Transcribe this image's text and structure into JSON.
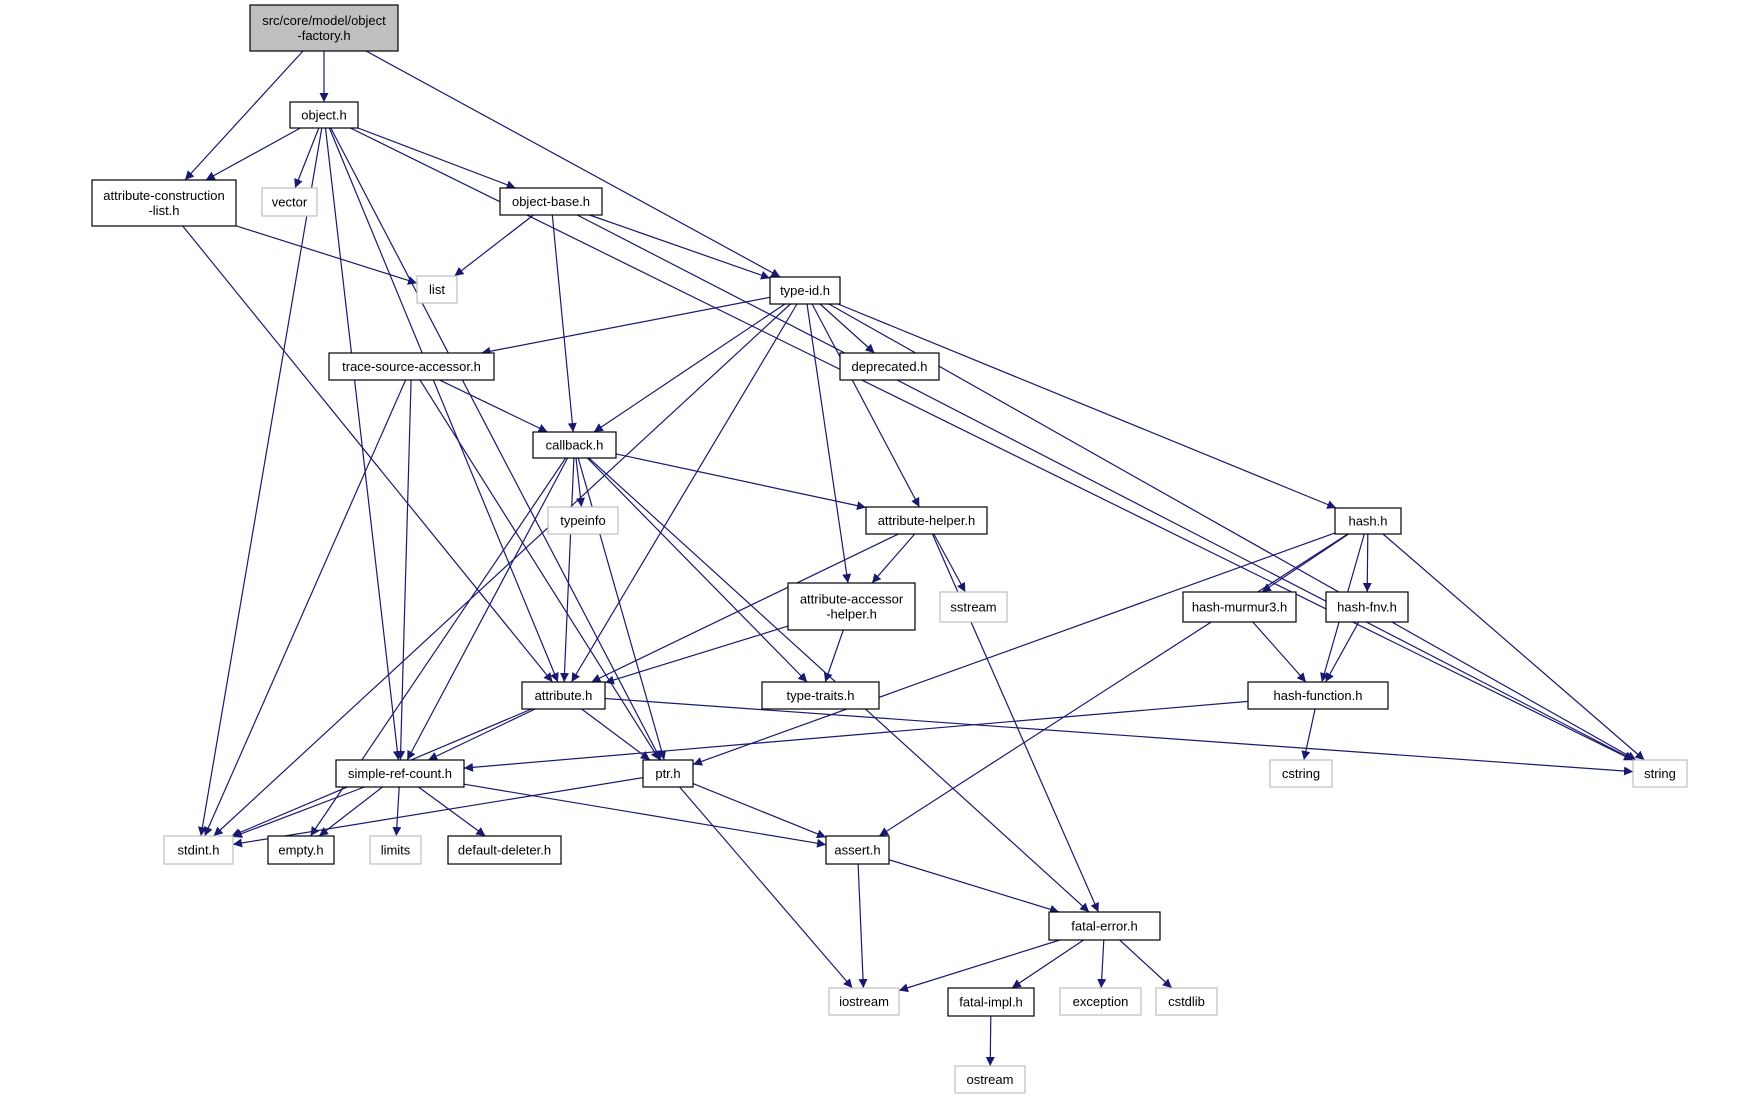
{
  "graph": {
    "nodes": [
      {
        "id": "root",
        "label": [
          "src/core/model/object",
          "-factory.h"
        ],
        "kind": "root"
      },
      {
        "id": "object",
        "label": [
          "object.h"
        ],
        "kind": "documented"
      },
      {
        "id": "attrcons",
        "label": [
          "attribute-construction",
          "-list.h"
        ],
        "kind": "documented"
      },
      {
        "id": "vector",
        "label": [
          "vector"
        ],
        "kind": "external"
      },
      {
        "id": "objbase",
        "label": [
          "object-base.h"
        ],
        "kind": "documented"
      },
      {
        "id": "list",
        "label": [
          "list"
        ],
        "kind": "external"
      },
      {
        "id": "typeid",
        "label": [
          "type-id.h"
        ],
        "kind": "documented"
      },
      {
        "id": "tsa",
        "label": [
          "trace-source-accessor.h"
        ],
        "kind": "documented"
      },
      {
        "id": "deprecated",
        "label": [
          "deprecated.h"
        ],
        "kind": "documented"
      },
      {
        "id": "callback",
        "label": [
          "callback.h"
        ],
        "kind": "documented"
      },
      {
        "id": "typeinfo",
        "label": [
          "typeinfo"
        ],
        "kind": "external"
      },
      {
        "id": "attrhelper",
        "label": [
          "attribute-helper.h"
        ],
        "kind": "documented"
      },
      {
        "id": "sstream",
        "label": [
          "sstream"
        ],
        "kind": "external"
      },
      {
        "id": "accessor",
        "label": [
          "attribute-accessor",
          "-helper.h"
        ],
        "kind": "documented"
      },
      {
        "id": "hash",
        "label": [
          "hash.h"
        ],
        "kind": "documented"
      },
      {
        "id": "murmur",
        "label": [
          "hash-murmur3.h"
        ],
        "kind": "documented"
      },
      {
        "id": "fnv",
        "label": [
          "hash-fnv.h"
        ],
        "kind": "documented"
      },
      {
        "id": "attribute",
        "label": [
          "attribute.h"
        ],
        "kind": "documented"
      },
      {
        "id": "typetraits",
        "label": [
          "type-traits.h"
        ],
        "kind": "documented"
      },
      {
        "id": "hashfunc",
        "label": [
          "hash-function.h"
        ],
        "kind": "documented"
      },
      {
        "id": "simpleref",
        "label": [
          "simple-ref-count.h"
        ],
        "kind": "documented"
      },
      {
        "id": "ptr",
        "label": [
          "ptr.h"
        ],
        "kind": "documented"
      },
      {
        "id": "cstring",
        "label": [
          "cstring"
        ],
        "kind": "external"
      },
      {
        "id": "string",
        "label": [
          "string"
        ],
        "kind": "external"
      },
      {
        "id": "stdint",
        "label": [
          "stdint.h"
        ],
        "kind": "external"
      },
      {
        "id": "empty",
        "label": [
          "empty.h"
        ],
        "kind": "documented"
      },
      {
        "id": "limits",
        "label": [
          "limits"
        ],
        "kind": "external"
      },
      {
        "id": "defdel",
        "label": [
          "default-deleter.h"
        ],
        "kind": "documented"
      },
      {
        "id": "assert",
        "label": [
          "assert.h"
        ],
        "kind": "documented"
      },
      {
        "id": "fatalerr",
        "label": [
          "fatal-error.h"
        ],
        "kind": "documented"
      },
      {
        "id": "iostream",
        "label": [
          "iostream"
        ],
        "kind": "external"
      },
      {
        "id": "fatalimpl",
        "label": [
          "fatal-impl.h"
        ],
        "kind": "documented"
      },
      {
        "id": "exception",
        "label": [
          "exception"
        ],
        "kind": "external"
      },
      {
        "id": "cstdlib",
        "label": [
          "cstdlib"
        ],
        "kind": "external"
      },
      {
        "id": "ostream",
        "label": [
          "ostream"
        ],
        "kind": "external"
      }
    ],
    "edges": [
      [
        "root",
        "object"
      ],
      [
        "root",
        "attrcons"
      ],
      [
        "root",
        "typeid"
      ],
      [
        "object",
        "attrcons"
      ],
      [
        "object",
        "vector"
      ],
      [
        "object",
        "objbase"
      ],
      [
        "object",
        "string"
      ],
      [
        "object",
        "stdint"
      ],
      [
        "object",
        "simpleref"
      ],
      [
        "object",
        "attribute"
      ],
      [
        "object",
        "ptr"
      ],
      [
        "attrcons",
        "list"
      ],
      [
        "attrcons",
        "attribute"
      ],
      [
        "objbase",
        "list"
      ],
      [
        "objbase",
        "typeid"
      ],
      [
        "objbase",
        "callback"
      ],
      [
        "objbase",
        "string"
      ],
      [
        "typeid",
        "tsa"
      ],
      [
        "typeid",
        "deprecated"
      ],
      [
        "typeid",
        "callback"
      ],
      [
        "typeid",
        "attrhelper"
      ],
      [
        "typeid",
        "accessor"
      ],
      [
        "typeid",
        "hash"
      ],
      [
        "typeid",
        "string"
      ],
      [
        "typeid",
        "stdint"
      ],
      [
        "typeid",
        "attribute"
      ],
      [
        "tsa",
        "callback"
      ],
      [
        "tsa",
        "stdint"
      ],
      [
        "tsa",
        "simpleref"
      ],
      [
        "tsa",
        "ptr"
      ],
      [
        "callback",
        "typeinfo"
      ],
      [
        "callback",
        "attrhelper"
      ],
      [
        "callback",
        "typetraits"
      ],
      [
        "callback",
        "attribute"
      ],
      [
        "callback",
        "simpleref"
      ],
      [
        "callback",
        "ptr"
      ],
      [
        "callback",
        "empty"
      ],
      [
        "callback",
        "fatalerr"
      ],
      [
        "attrhelper",
        "accessor"
      ],
      [
        "attrhelper",
        "sstream"
      ],
      [
        "attrhelper",
        "attribute"
      ],
      [
        "attrhelper",
        "fatalerr"
      ],
      [
        "accessor",
        "attribute"
      ],
      [
        "accessor",
        "typetraits"
      ],
      [
        "hash",
        "murmur"
      ],
      [
        "hash",
        "fnv"
      ],
      [
        "hash",
        "hashfunc"
      ],
      [
        "hash",
        "string"
      ],
      [
        "hash",
        "ptr"
      ],
      [
        "hash",
        "assert"
      ],
      [
        "murmur",
        "hashfunc"
      ],
      [
        "fnv",
        "hashfunc"
      ],
      [
        "hashfunc",
        "cstring"
      ],
      [
        "hashfunc",
        "simpleref"
      ],
      [
        "attribute",
        "simpleref"
      ],
      [
        "attribute",
        "ptr"
      ],
      [
        "attribute",
        "string"
      ],
      [
        "attribute",
        "stdint"
      ],
      [
        "simpleref",
        "stdint"
      ],
      [
        "simpleref",
        "empty"
      ],
      [
        "simpleref",
        "limits"
      ],
      [
        "simpleref",
        "defdel"
      ],
      [
        "simpleref",
        "assert"
      ],
      [
        "ptr",
        "assert"
      ],
      [
        "ptr",
        "iostream"
      ],
      [
        "ptr",
        "stdint"
      ],
      [
        "assert",
        "iostream"
      ],
      [
        "assert",
        "fatalerr"
      ],
      [
        "fatalerr",
        "iostream"
      ],
      [
        "fatalerr",
        "fatalimpl"
      ],
      [
        "fatalerr",
        "exception"
      ],
      [
        "fatalerr",
        "cstdlib"
      ],
      [
        "fatalimpl",
        "ostream"
      ]
    ]
  },
  "colors": {
    "edge": "#191970",
    "root_fill": "#bfbfbf",
    "documented_border": "#000000",
    "external_border": "#bfbfbf"
  }
}
